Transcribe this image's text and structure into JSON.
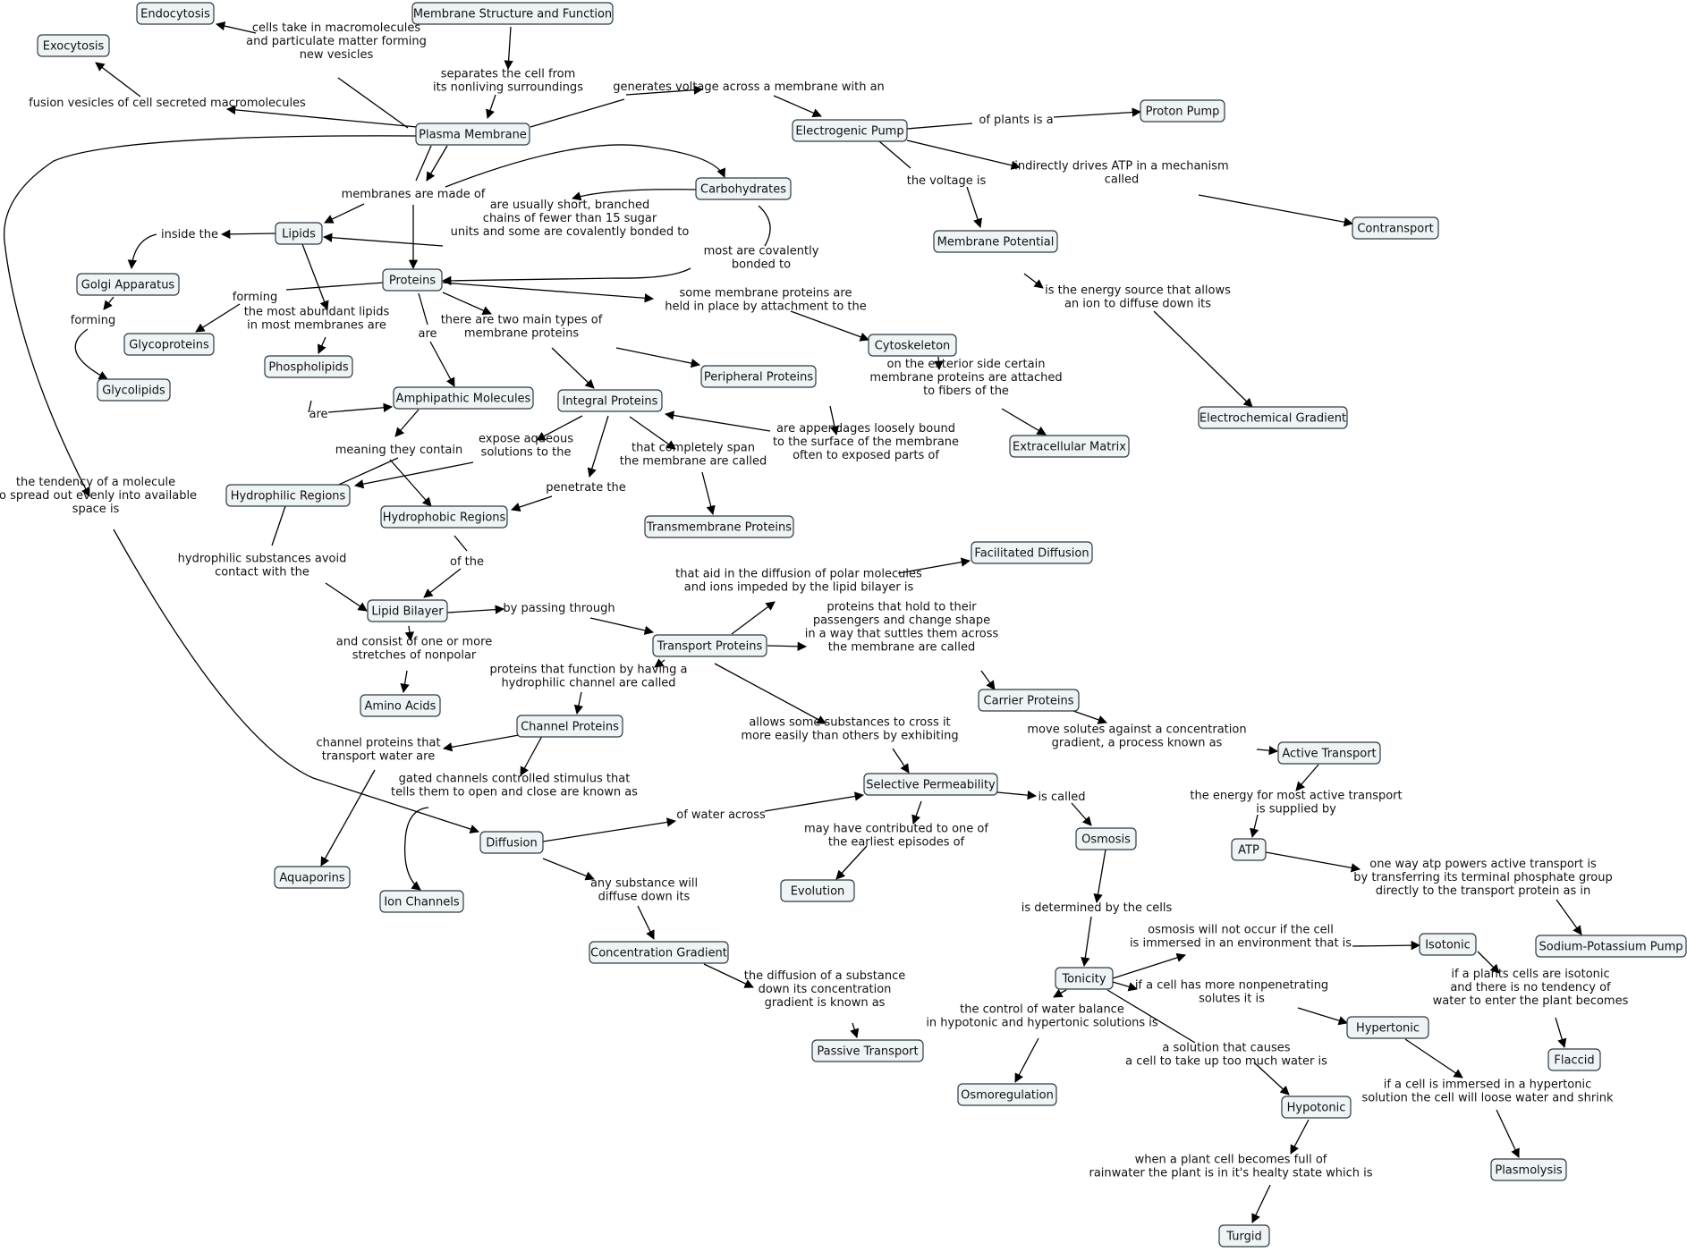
{
  "concepts": {
    "endocytosis": "Endocytosis",
    "exocytosis": "Exocytosis",
    "membrane_structure": "Membrane Structure and Function",
    "plasma_membrane": "Plasma Membrane",
    "electrogenic_pump": "Electrogenic Pump",
    "proton_pump": "Proton Pump",
    "carbohydrates": "Carbohydrates",
    "lipids": "Lipids",
    "golgi": "Golgi Apparatus",
    "glycoproteins": "Glycoproteins",
    "glycolipids": "Glycolipids",
    "proteins": "Proteins",
    "phospholipids": "Phospholipids",
    "amphipathic": "Amphipathic Molecules",
    "integral": "Integral Proteins",
    "peripheral": "Peripheral Proteins",
    "cytoskeleton": "Cytoskeleton",
    "membrane_potential": "Membrane Potential",
    "contransport": "Contransport",
    "electrochemical": "Electrochemical Gradient",
    "ecm": "Extracellular Matrix",
    "hydrophilic": "Hydrophilic Regions",
    "hydrophobic": "Hydrophobic Regions",
    "transmembrane": "Transmembrane Proteins",
    "facilitated": "Facilitated Diffusion",
    "lipid_bilayer": "Lipid Bilayer",
    "transport_proteins": "Transport Proteins",
    "carrier": "Carrier Proteins",
    "amino_acids": "Amino Acids",
    "channel": "Channel Proteins",
    "active_transport": "Active Transport",
    "selective": "Selective Permeability",
    "diffusion": "Diffusion",
    "aquaporins": "Aquaporins",
    "ion_channels": "Ion Channels",
    "osmosis": "Osmosis",
    "atp": "ATP",
    "evolution": "Evolution",
    "na_k_pump": "Sodium-Potassium Pump",
    "concentration_gradient": "Concentration Gradient",
    "isotonic": "Isotonic",
    "tonicity": "Tonicity",
    "hypertonic": "Hypertonic",
    "passive": "Passive Transport",
    "flaccid": "Flaccid",
    "osmoregulation": "Osmoregulation",
    "hypotonic": "Hypotonic",
    "plasmolysis": "Plasmolysis",
    "turgid": "Turgid"
  },
  "phrases": {
    "cells_take_in": [
      "cells take in macromolecules",
      "and particulate matter forming",
      "new vesicles"
    ],
    "separates": [
      "separates the cell from",
      "its nonliving surroundings"
    ],
    "generates_voltage": [
      "generates voltage across a membrane with an"
    ],
    "fusion_vesicles": [
      "fusion vesicles of cell secreted macromolecules"
    ],
    "of_plants": [
      "of plants is a"
    ],
    "indirectly_drives": [
      "indirectly drives ATP in a mechanism",
      "called"
    ],
    "the_voltage_is": [
      "the voltage is"
    ],
    "membranes_made_of": [
      "membranes are made of"
    ],
    "short_branched": [
      "are usually short, branched",
      "chains of fewer than 15 sugar",
      "units and some are covalently bonded to"
    ],
    "inside_the": [
      "inside the"
    ],
    "most_covalently": [
      "most are covalently",
      "bonded to"
    ],
    "forming_glyco": [
      "forming"
    ],
    "forming_golgi": [
      "forming"
    ],
    "most_abundant": [
      "the most abundant lipids",
      "in most membranes are"
    ],
    "are_amph": [
      "are"
    ],
    "two_types": [
      "there are two main types of",
      "membrane proteins"
    ],
    "held_in_place": [
      "some membrane proteins are",
      "held in place by attachment to the"
    ],
    "energy_source": [
      "is the energy source that allows",
      "an ion to diffuse down its"
    ],
    "exterior_side": [
      "on the exterior side certain",
      "membrane proteins are attached",
      "to fibers of the"
    ],
    "are_phospho": [
      "are"
    ],
    "meaning_contain": [
      "meaning they contain"
    ],
    "expose_aqueous": [
      "expose aqueous",
      "solutions to the"
    ],
    "completely_span": [
      "that completely span",
      "the membrane are called"
    ],
    "appendages": [
      "are appendages loosely bound",
      "to the surface of the membrane",
      "often to exposed parts of"
    ],
    "penetrate": [
      "penetrate the"
    ],
    "tendency": [
      "the tendency of a molecule",
      "to spread out evenly into available",
      "space is"
    ],
    "of_the": [
      "of the"
    ],
    "hydrophilic_avoid": [
      "hydrophilic substances avoid",
      "contact with the"
    ],
    "aid_diffusion": [
      "that aid in the diffusion of polar molecules",
      "and ions impeded by the lipid bilayer is"
    ],
    "by_passing": [
      "by passing through"
    ],
    "hold_passengers": [
      "proteins that hold to their",
      "passengers and change shape",
      "in a way that suttles them across",
      "the membrane are called"
    ],
    "consist_of": [
      "and consist of one or more",
      "stretches of nonpolar"
    ],
    "hydrophilic_channel": [
      "proteins that function by having a",
      "hydrophilic channel are called"
    ],
    "allows_some": [
      "allows some substances to cross it",
      "more easily than others by exhibiting"
    ],
    "move_solutes": [
      "move solutes against a concentration",
      "gradient, a process known as"
    ],
    "channel_water": [
      "channel proteins that",
      "transport water are"
    ],
    "gated_channels": [
      "gated channels controlled stimulus that",
      "tells them to open and close are known as"
    ],
    "energy_active": [
      "the energy for most active transport",
      "is supplied by"
    ],
    "of_water_across": [
      "of water across"
    ],
    "is_called": [
      "is called"
    ],
    "earliest_episodes": [
      "may have contributed to one of",
      "the earliest episodes of"
    ],
    "atp_powers": [
      "one way atp powers active transport is",
      "by transferring its terminal phosphate group",
      "directly to the transport protein as in"
    ],
    "diffuse_down": [
      "any substance will",
      "diffuse down its"
    ],
    "determined_by": [
      "is determined by the cells"
    ],
    "osmosis_not_occur": [
      "osmosis will not occur if the cell",
      "is immersed in an environment that is"
    ],
    "diffusion_known": [
      "the diffusion of a substance",
      "down its concentration",
      "gradient is known as"
    ],
    "nonpenetrating": [
      "if a cell has more nonpenetrating",
      "solutes it is"
    ],
    "plants_isotonic": [
      "if a plants cells are isotonic",
      "and there is no tendency of",
      "water to enter the plant becomes"
    ],
    "control_water": [
      "the control of water balance",
      "in hypotonic and hypertonic solutions is"
    ],
    "solution_causes": [
      "a solution that causes",
      "a cell to take up too much water is"
    ],
    "immersed_hypertonic": [
      "if a cell is immersed in a hypertonic",
      "solution the cell will loose water and shrink"
    ],
    "plant_full": [
      "when a plant cell becomes full of",
      "rainwater the plant is in it's healty state which is"
    ]
  }
}
